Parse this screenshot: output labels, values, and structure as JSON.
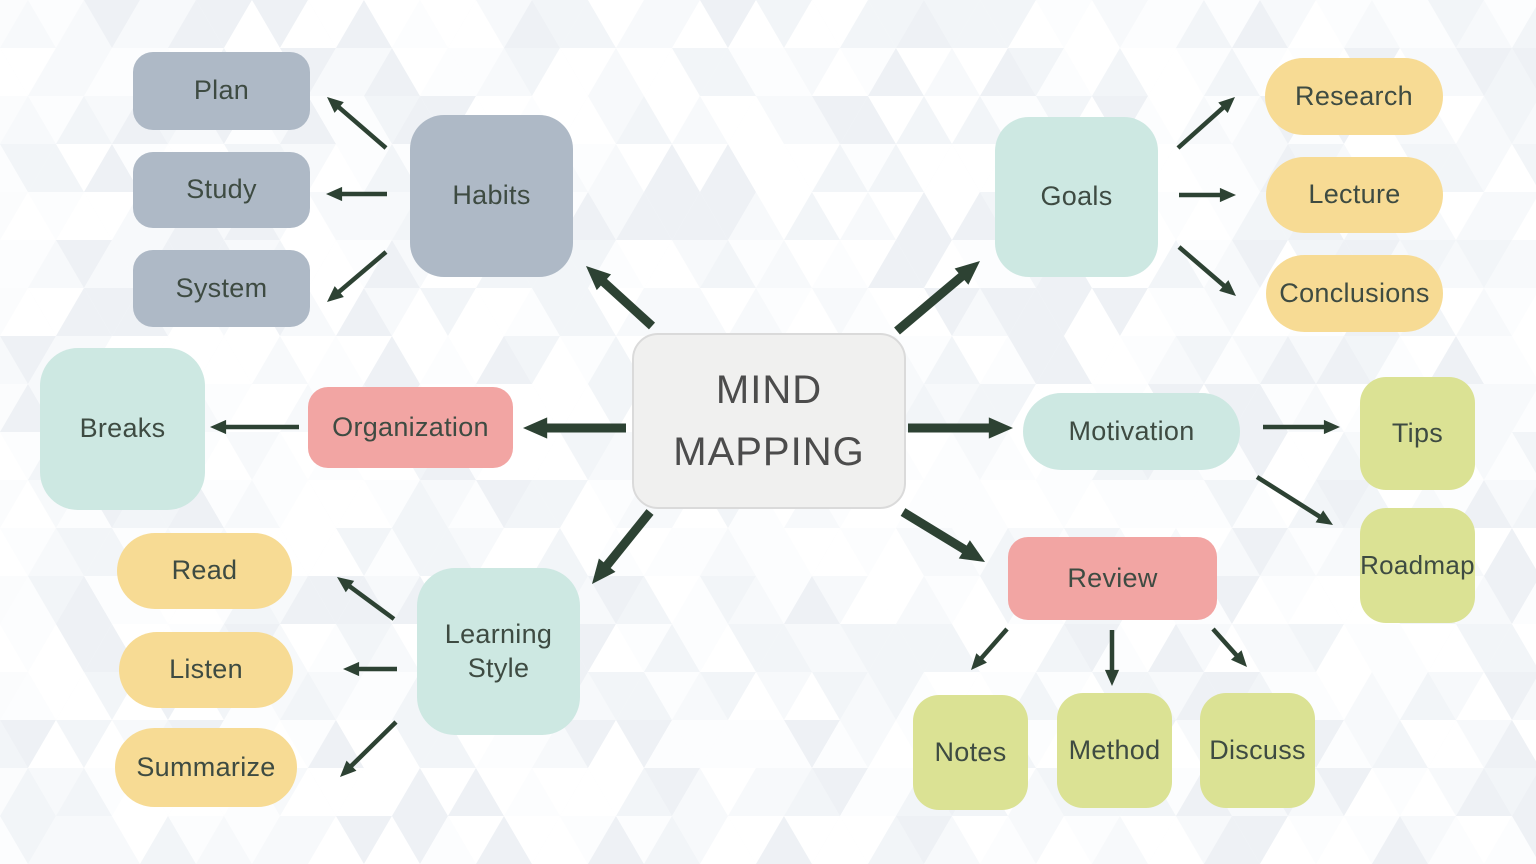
{
  "diagram": {
    "title": {
      "label": "MIND MAPPING",
      "line1": "MIND",
      "line2": "MAPPING"
    },
    "nodes": {
      "habits": {
        "label": "Habits",
        "color": "gray"
      },
      "plan": {
        "label": "Plan",
        "color": "gray"
      },
      "study": {
        "label": "Study",
        "color": "gray"
      },
      "system": {
        "label": "System",
        "color": "gray"
      },
      "goals": {
        "label": "Goals",
        "color": "teal"
      },
      "research": {
        "label": "Research",
        "color": "yellow"
      },
      "lecture": {
        "label": "Lecture",
        "color": "yellow"
      },
      "conclusions": {
        "label": "Conclusions",
        "color": "yellow"
      },
      "organization": {
        "label": "Organization",
        "color": "pink"
      },
      "breaks": {
        "label": "Breaks",
        "color": "teal"
      },
      "motivation": {
        "label": "Motivation",
        "color": "teal"
      },
      "tips": {
        "label": "Tips",
        "color": "green"
      },
      "roadmap": {
        "label": "Roadmap",
        "color": "green"
      },
      "learning_style": {
        "label": "Learning Style",
        "line1": "Learning",
        "line2": "Style",
        "color": "teal"
      },
      "review": {
        "label": "Review",
        "color": "pink"
      },
      "notes": {
        "label": "Notes",
        "color": "green"
      },
      "method": {
        "label": "Method",
        "color": "green"
      },
      "discuss": {
        "label": "Discuss",
        "color": "green"
      },
      "read": {
        "label": "Read",
        "color": "yellow"
      },
      "listen": {
        "label": "Listen",
        "color": "yellow"
      },
      "summarize": {
        "label": "Summarize",
        "color": "yellow"
      }
    },
    "edges": [
      {
        "from": "mind_mapping",
        "to": "habits",
        "style": "thick"
      },
      {
        "from": "mind_mapping",
        "to": "goals",
        "style": "thick"
      },
      {
        "from": "mind_mapping",
        "to": "organization",
        "style": "thick"
      },
      {
        "from": "mind_mapping",
        "to": "motivation",
        "style": "thick"
      },
      {
        "from": "mind_mapping",
        "to": "learning_style",
        "style": "thick"
      },
      {
        "from": "mind_mapping",
        "to": "review",
        "style": "thick"
      },
      {
        "from": "habits",
        "to": "plan",
        "style": "thin"
      },
      {
        "from": "habits",
        "to": "study",
        "style": "thin"
      },
      {
        "from": "habits",
        "to": "system",
        "style": "thin"
      },
      {
        "from": "goals",
        "to": "research",
        "style": "thin"
      },
      {
        "from": "goals",
        "to": "lecture",
        "style": "thin"
      },
      {
        "from": "goals",
        "to": "conclusions",
        "style": "thin"
      },
      {
        "from": "organization",
        "to": "breaks",
        "style": "thin"
      },
      {
        "from": "motivation",
        "to": "tips",
        "style": "thin"
      },
      {
        "from": "motivation",
        "to": "roadmap",
        "style": "thin"
      },
      {
        "from": "review",
        "to": "notes",
        "style": "thin"
      },
      {
        "from": "review",
        "to": "method",
        "style": "thin"
      },
      {
        "from": "review",
        "to": "discuss",
        "style": "thin"
      },
      {
        "from": "learning_style",
        "to": "read",
        "style": "thin"
      },
      {
        "from": "learning_style",
        "to": "listen",
        "style": "thin"
      },
      {
        "from": "learning_style",
        "to": "summarize",
        "style": "thin"
      }
    ],
    "colors": {
      "gray": "#aeb9c6",
      "teal": "#cde8e2",
      "yellow": "#f7db94",
      "pink": "#f2a5a3",
      "green": "#dbe294",
      "center_bg": "#f0f0ef",
      "center_border": "#dadada",
      "center_text": "#4c4c4c",
      "node_text": "#3e4b42",
      "arrow": "#2d4233",
      "background_tints": [
        "#ffffff",
        "#fcfdfe",
        "#f7f9fb",
        "#f2f5f8",
        "#eef1f5"
      ]
    }
  }
}
